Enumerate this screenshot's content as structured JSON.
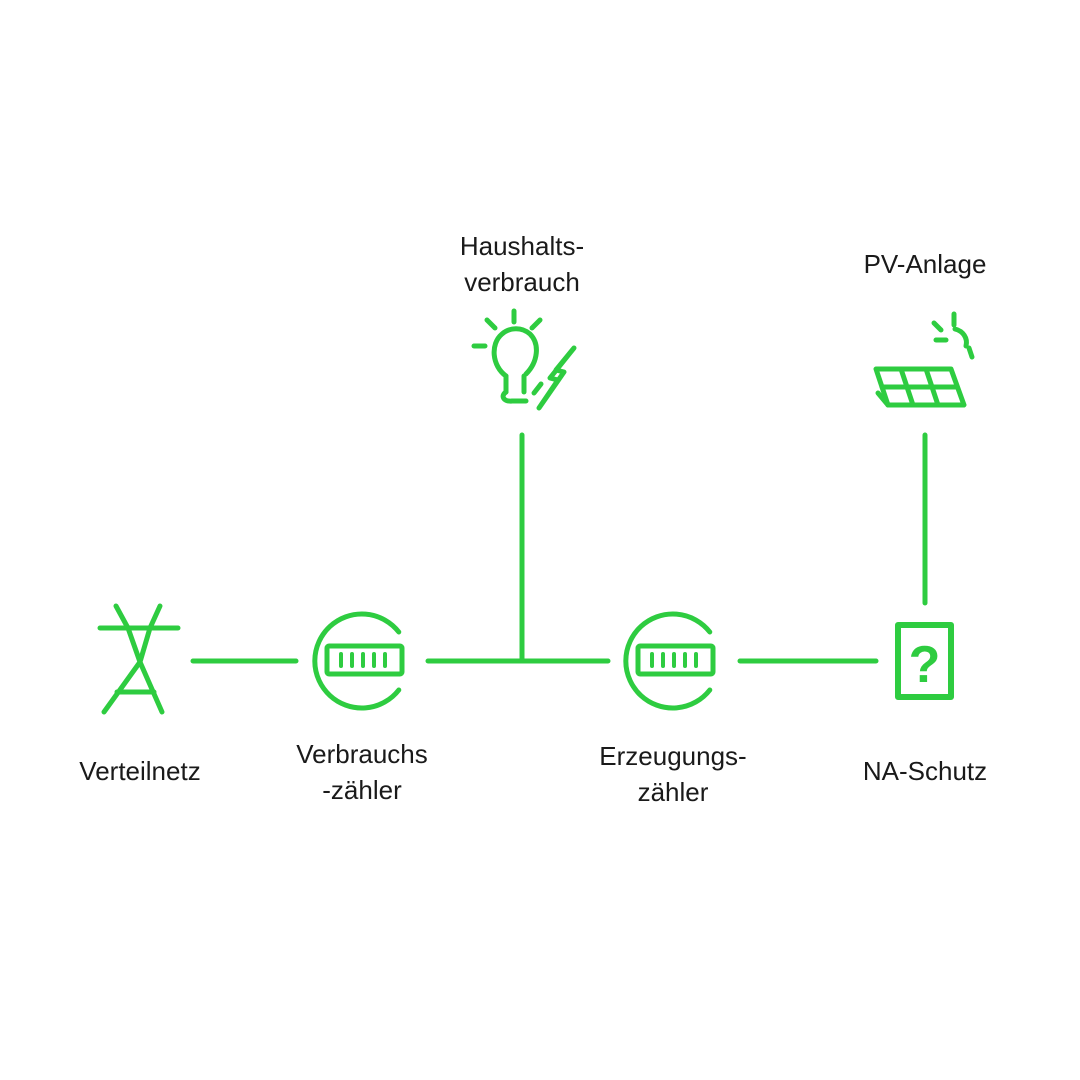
{
  "accent_color": "#2ecc40",
  "text_color": "#1a1a1a",
  "nodes": {
    "household": {
      "line1": "Haushalts-",
      "line2": "verbrauch",
      "icon": "lightbulb-bolt-icon"
    },
    "pv": {
      "line1": "PV-Anlage",
      "icon": "solar-panel-icon"
    },
    "grid": {
      "line1": "Verteilnetz",
      "icon": "power-pylon-icon"
    },
    "consumption_meter": {
      "line1": "Verbrauchs",
      "line2": "-zähler",
      "icon": "electricity-meter-icon"
    },
    "generation_meter": {
      "line1": "Erzeugungs-",
      "line2": "zähler",
      "icon": "electricity-meter-icon"
    },
    "na_protection": {
      "line1": "NA-Schutz",
      "icon": "question-box-icon",
      "glyph": "?"
    }
  }
}
